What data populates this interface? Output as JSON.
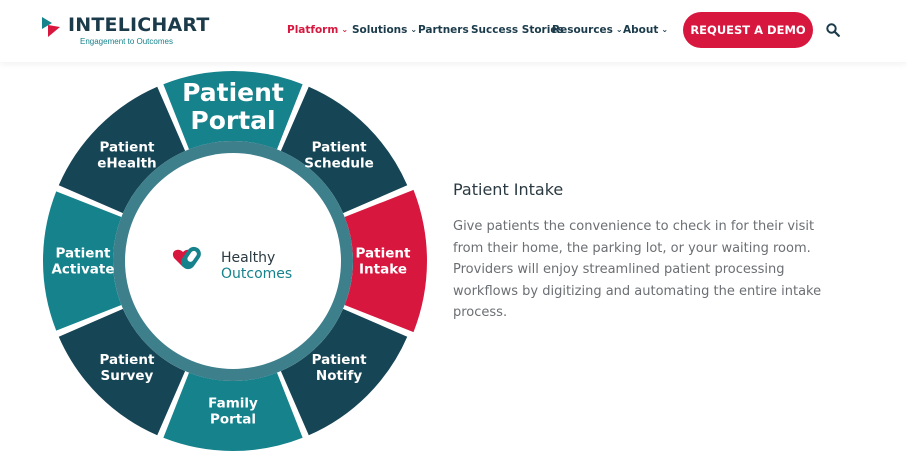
{
  "brand": {
    "name": "INTELICHART",
    "tagline": "Engagement to Outcomes",
    "colors": {
      "navy": "#1b3b4b",
      "teal": "#15828c",
      "red": "#d8173f"
    }
  },
  "nav": {
    "items": [
      {
        "label": "Platform",
        "dropdown": true,
        "active": true
      },
      {
        "label": "Solutions",
        "dropdown": true,
        "active": false
      },
      {
        "label": "Partners",
        "dropdown": false,
        "active": false
      },
      {
        "label": "Success Stories",
        "dropdown": false,
        "active": false
      },
      {
        "label": "Resources",
        "dropdown": true,
        "active": false
      },
      {
        "label": "About",
        "dropdown": true,
        "active": false
      }
    ],
    "cta_label": "REQUEST A DEMO",
    "search_icon": "search-icon",
    "chevron_icon": "chevron-down-icon"
  },
  "wheel": {
    "center": {
      "line1": "Healthy",
      "line2": "Outcomes",
      "icon": "healthy-outcomes-logo"
    },
    "segments": [
      {
        "line1": "Patient",
        "line2": "Portal",
        "color": "#15828c",
        "selected": false
      },
      {
        "line1": "Patient",
        "line2": "Schedule",
        "color": "#164555",
        "selected": false
      },
      {
        "line1": "Patient",
        "line2": "Intake",
        "color": "#d8173f",
        "selected": true
      },
      {
        "line1": "Patient",
        "line2": "Notify",
        "color": "#164555",
        "selected": false
      },
      {
        "line1": "Family",
        "line2": "Portal",
        "color": "#15828c",
        "selected": false
      },
      {
        "line1": "Patient",
        "line2": "Survey",
        "color": "#164555",
        "selected": false
      },
      {
        "line1": "Patient",
        "line2": "Activate",
        "color": "#15828c",
        "selected": false
      },
      {
        "line1": "Patient",
        "line2": "eHealth",
        "color": "#164555",
        "selected": false
      }
    ]
  },
  "detail": {
    "title": "Patient Intake",
    "body": "Give patients the convenience to check in for their visit from their home, the parking lot, or your waiting room. Providers will enjoy streamlined patient processing workflows by digitizing and automating the entire intake process."
  }
}
